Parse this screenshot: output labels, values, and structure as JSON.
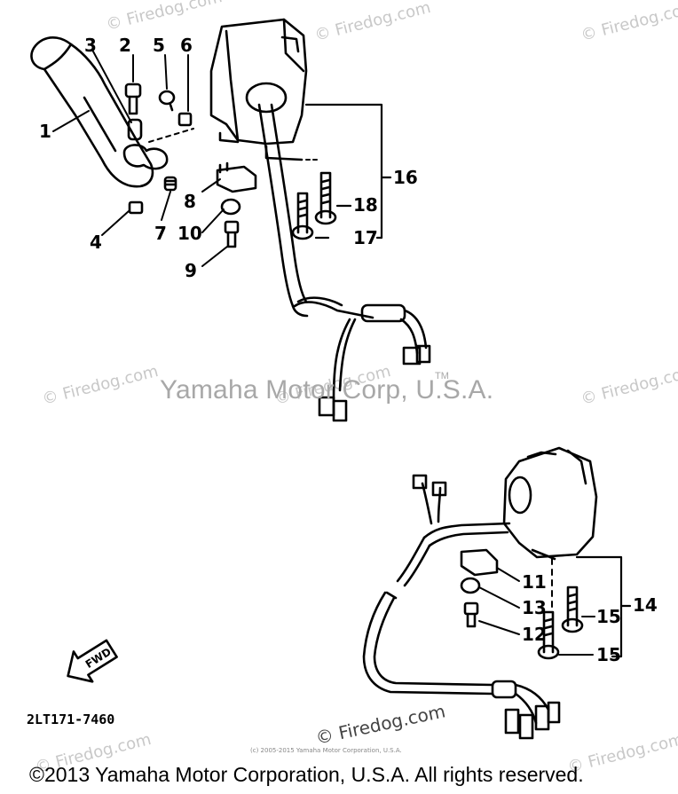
{
  "watermark": "© Firedog.com",
  "center_mark": "Yamaha Motor Corp, U.S.A.",
  "trademark": "TM",
  "diagram_code": "2LT171-7460",
  "small_print": "(c) 2005-2015 Yamaha Motor Corporation, U.S.A.",
  "copyright": "©2013 Yamaha Motor Corporation, U.S.A. All rights reserved.",
  "fwd_label": "FWD",
  "callouts": [
    "1",
    "2",
    "3",
    "4",
    "5",
    "6",
    "7",
    "8",
    "9",
    "10",
    "11",
    "12",
    "13",
    "14",
    "15",
    "15",
    "16",
    "17",
    "18"
  ],
  "colors": {
    "ink": "#000000",
    "watermark": "#c8c8c8",
    "mark": "#a8a8a8"
  }
}
